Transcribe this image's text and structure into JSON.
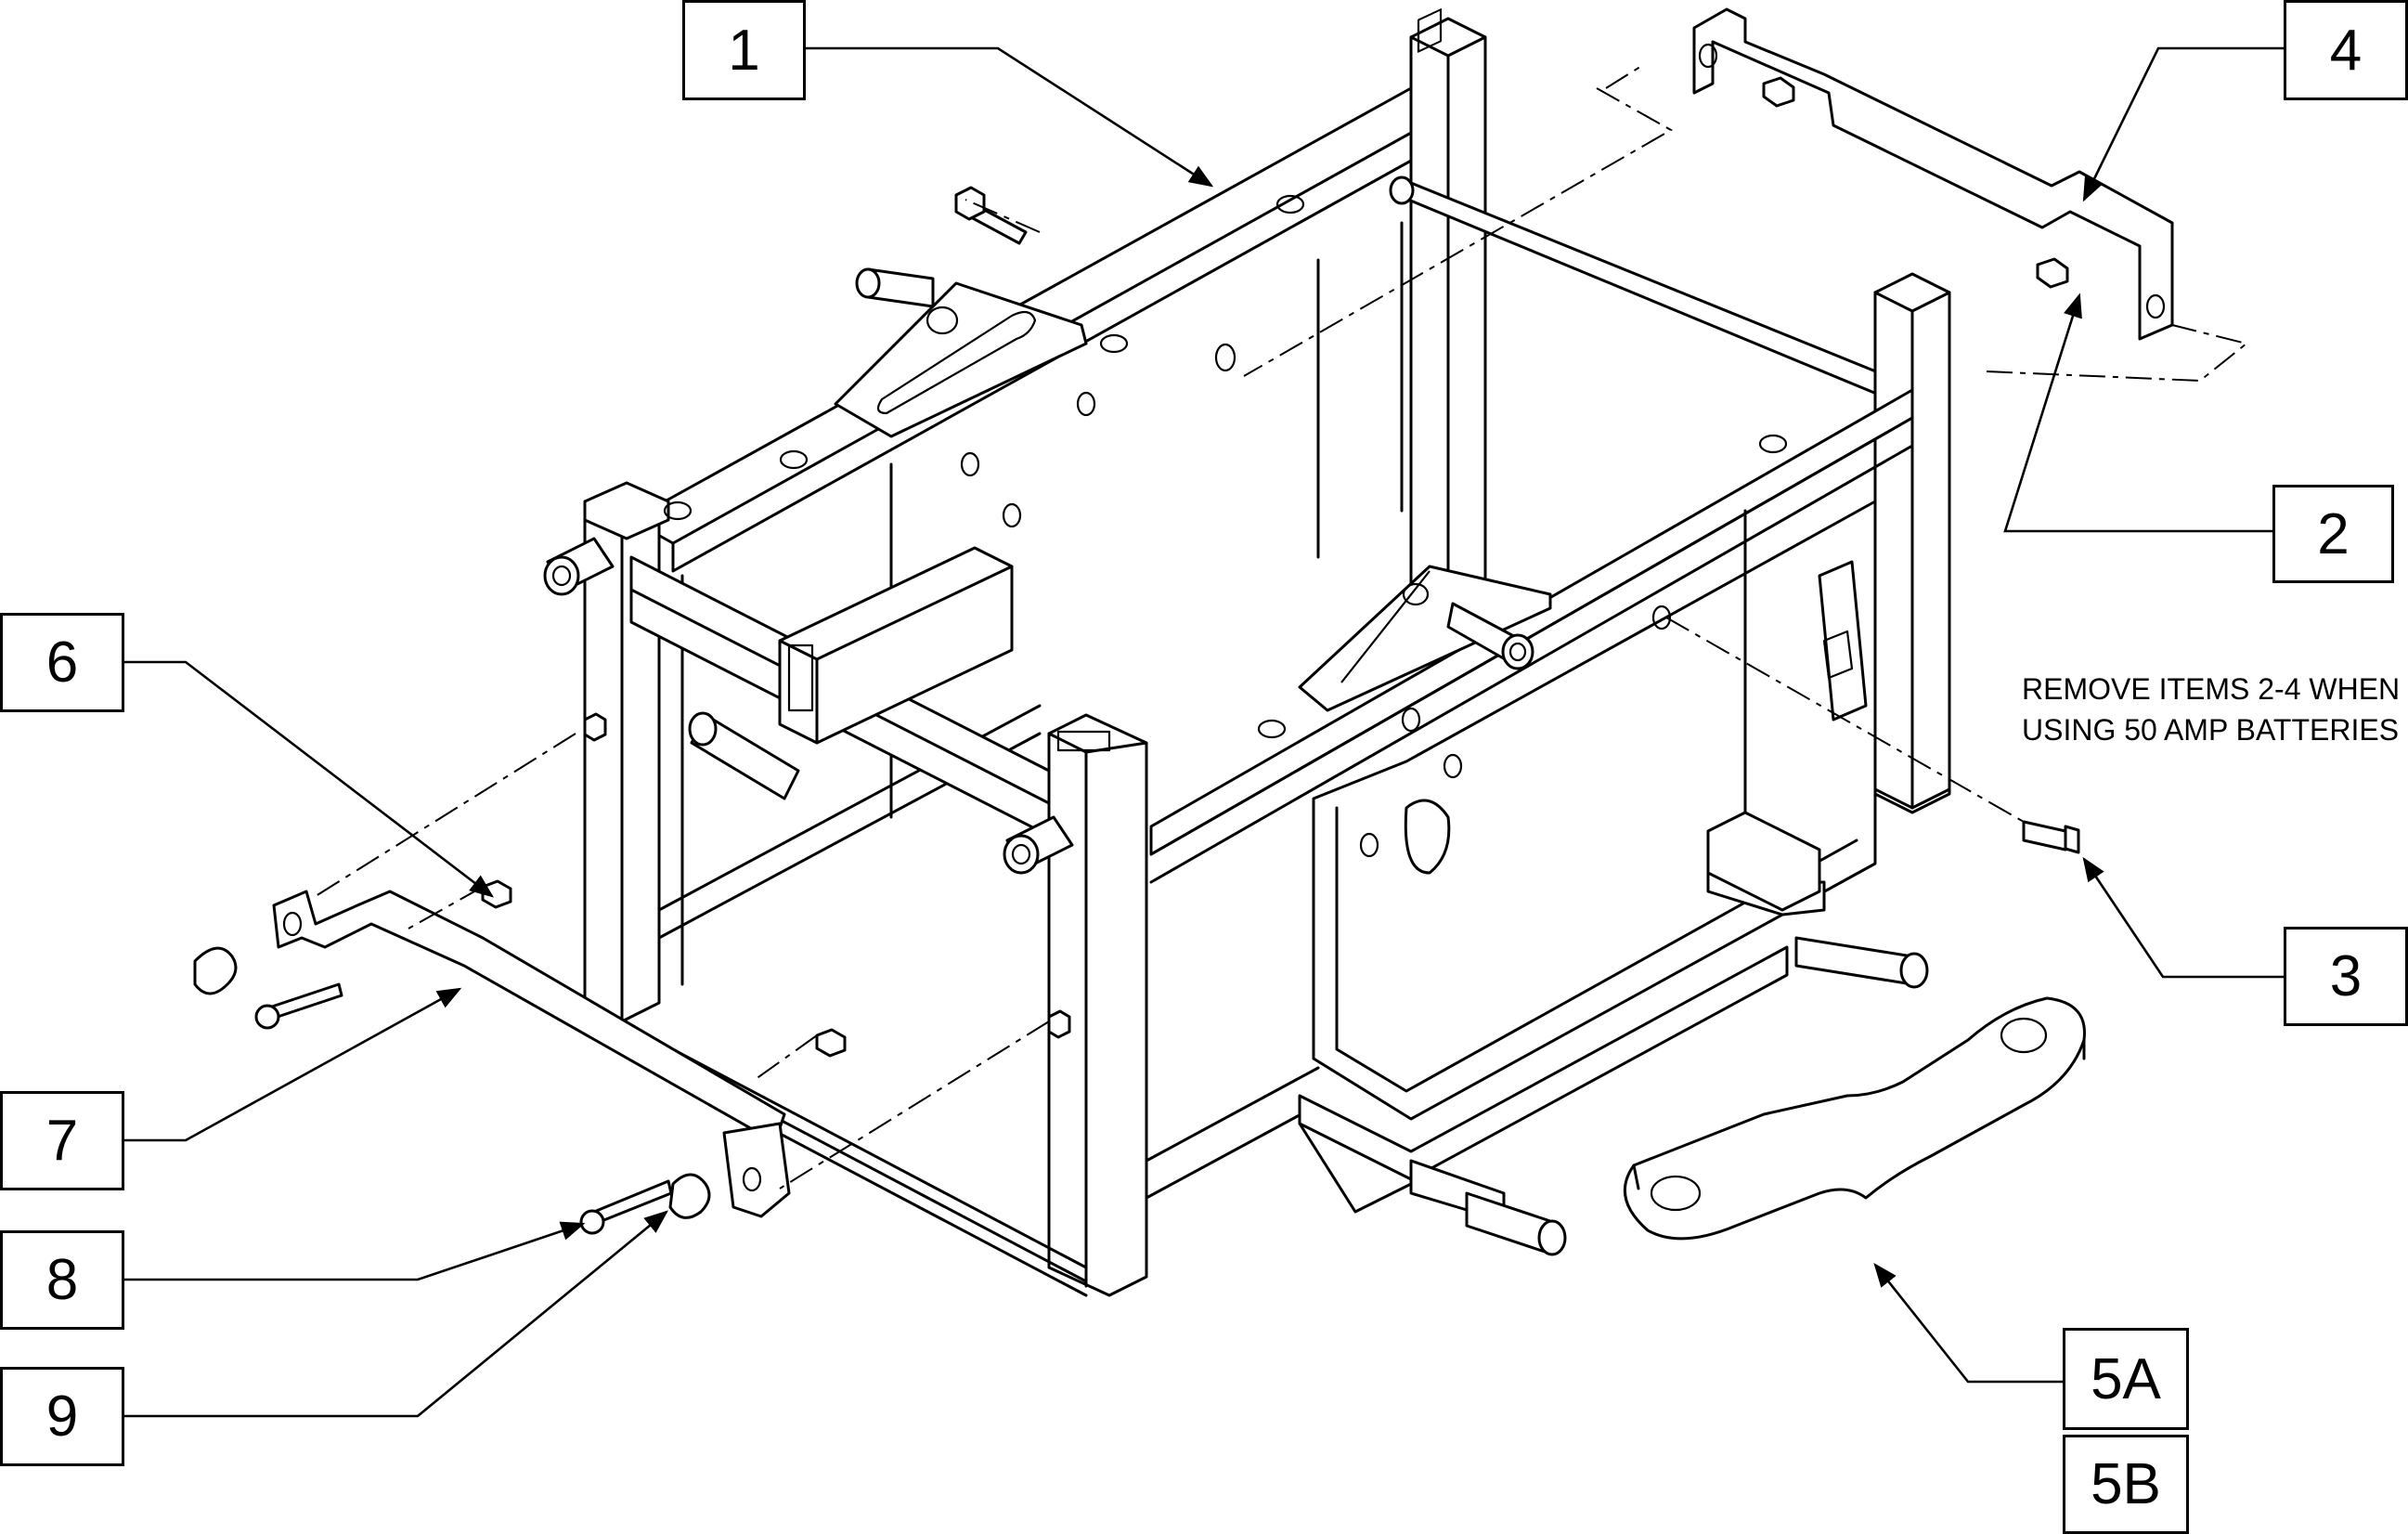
{
  "callouts": [
    {
      "id": "c1",
      "label": "1"
    },
    {
      "id": "c2",
      "label": "2"
    },
    {
      "id": "c3",
      "label": "3"
    },
    {
      "id": "c4",
      "label": "4"
    },
    {
      "id": "c5a",
      "label": "5A"
    },
    {
      "id": "c5b",
      "label": "5B"
    },
    {
      "id": "c6",
      "label": "6"
    },
    {
      "id": "c7",
      "label": "7"
    },
    {
      "id": "c8",
      "label": "8"
    },
    {
      "id": "c9",
      "label": "9"
    }
  ],
  "note": {
    "line1": "REMOVE ITEMS 2-4 WHEN",
    "line2": "USING  50 AMP BATTERIES"
  }
}
